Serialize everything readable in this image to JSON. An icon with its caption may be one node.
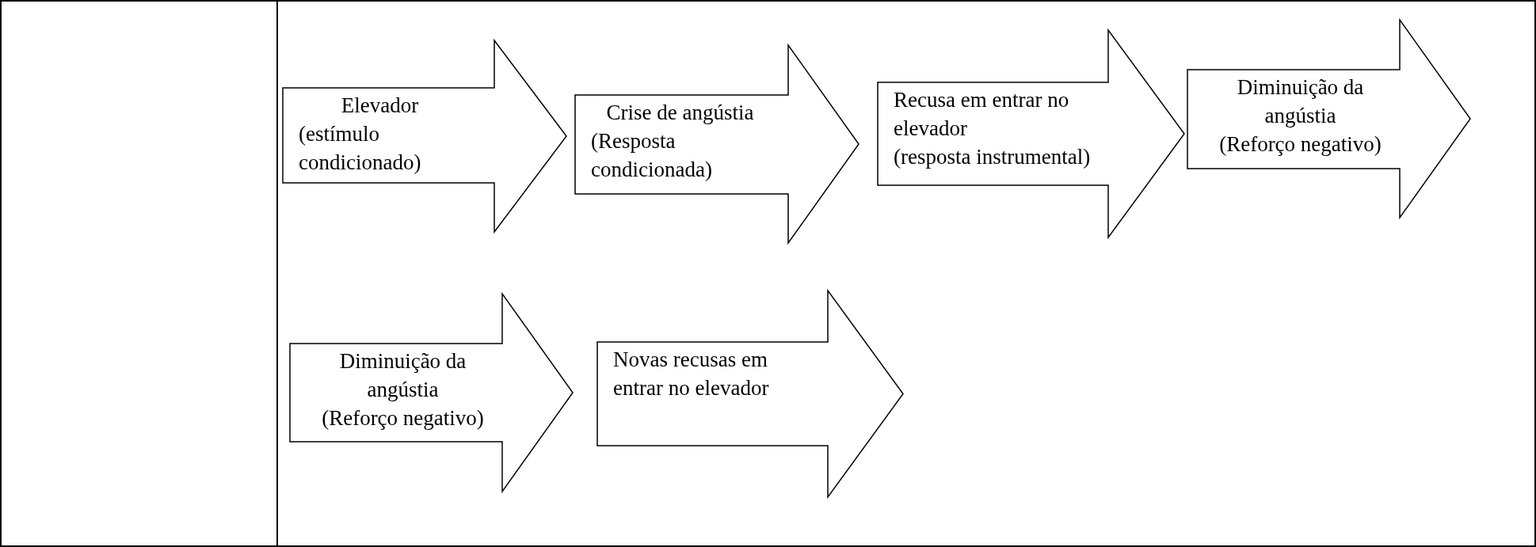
{
  "diagram": {
    "nodes": [
      {
        "text": [
          "Elevador",
          "(estímulo condicionado)"
        ]
      },
      {
        "text": [
          "Crise de angústia",
          "(Resposta condicionada)"
        ]
      },
      {
        "text": [
          "Recusa em entrar no elevador",
          "(resposta instrumental)"
        ]
      },
      {
        "text": [
          "Diminuição da angústia",
          "(Reforço negativo)"
        ]
      },
      {
        "text": [
          "Diminuição da angústia",
          "(Reforço negativo)"
        ]
      },
      {
        "text": [
          "Novas recusas em entrar no elevador"
        ]
      }
    ]
  }
}
